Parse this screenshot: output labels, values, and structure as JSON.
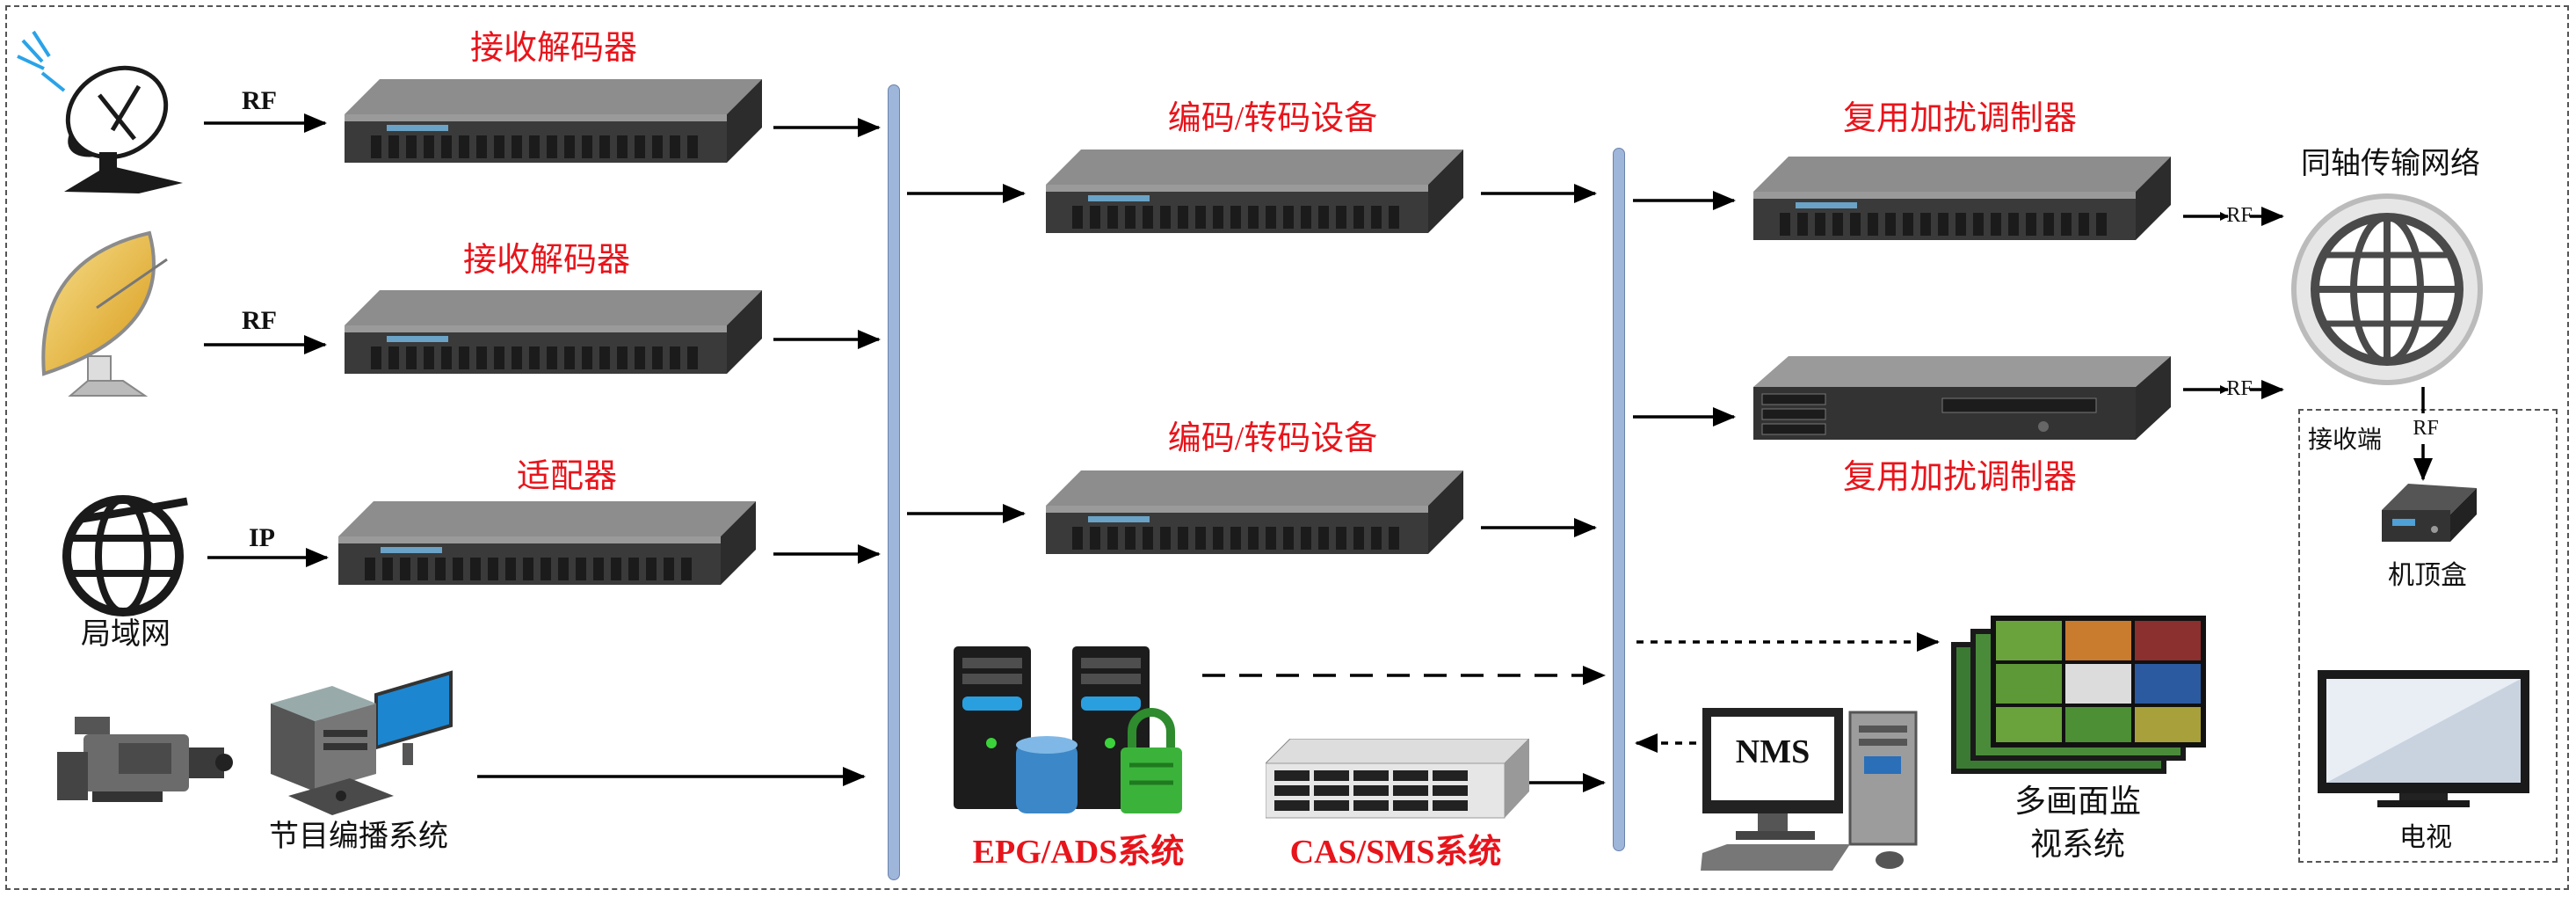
{
  "labels": {
    "receiver_decoder_1": "接收解码器",
    "receiver_decoder_2": "接收解码器",
    "adapter": "适配器",
    "encoder_1": "编码/转码设备",
    "encoder_2": "编码/转码设备",
    "mux_modulator_1": "复用加扰调制器",
    "mux_modulator_2": "复用加扰调制器",
    "coax_network": "同轴传输网络",
    "receiver_end": "接收端",
    "set_top_box": "机顶盒",
    "tv": "电视",
    "lan": "局域网",
    "program_system": "节目编播系统",
    "epg_ads": "EPG/ADS系统",
    "cas_sms": "CAS/SMS系统",
    "nms": "NMS",
    "multiview_1": "多画面监",
    "multiview_2": "视系统"
  },
  "signals": {
    "rf_1": "RF",
    "rf_2": "RF",
    "ip": "IP",
    "rf_out_1": "RF",
    "rf_out_2": "RF",
    "rf_down": "RF"
  },
  "colors": {
    "title_red": "#e8141b",
    "bus_blue": "#9fb6db",
    "device_black": "#1a1a1a"
  }
}
